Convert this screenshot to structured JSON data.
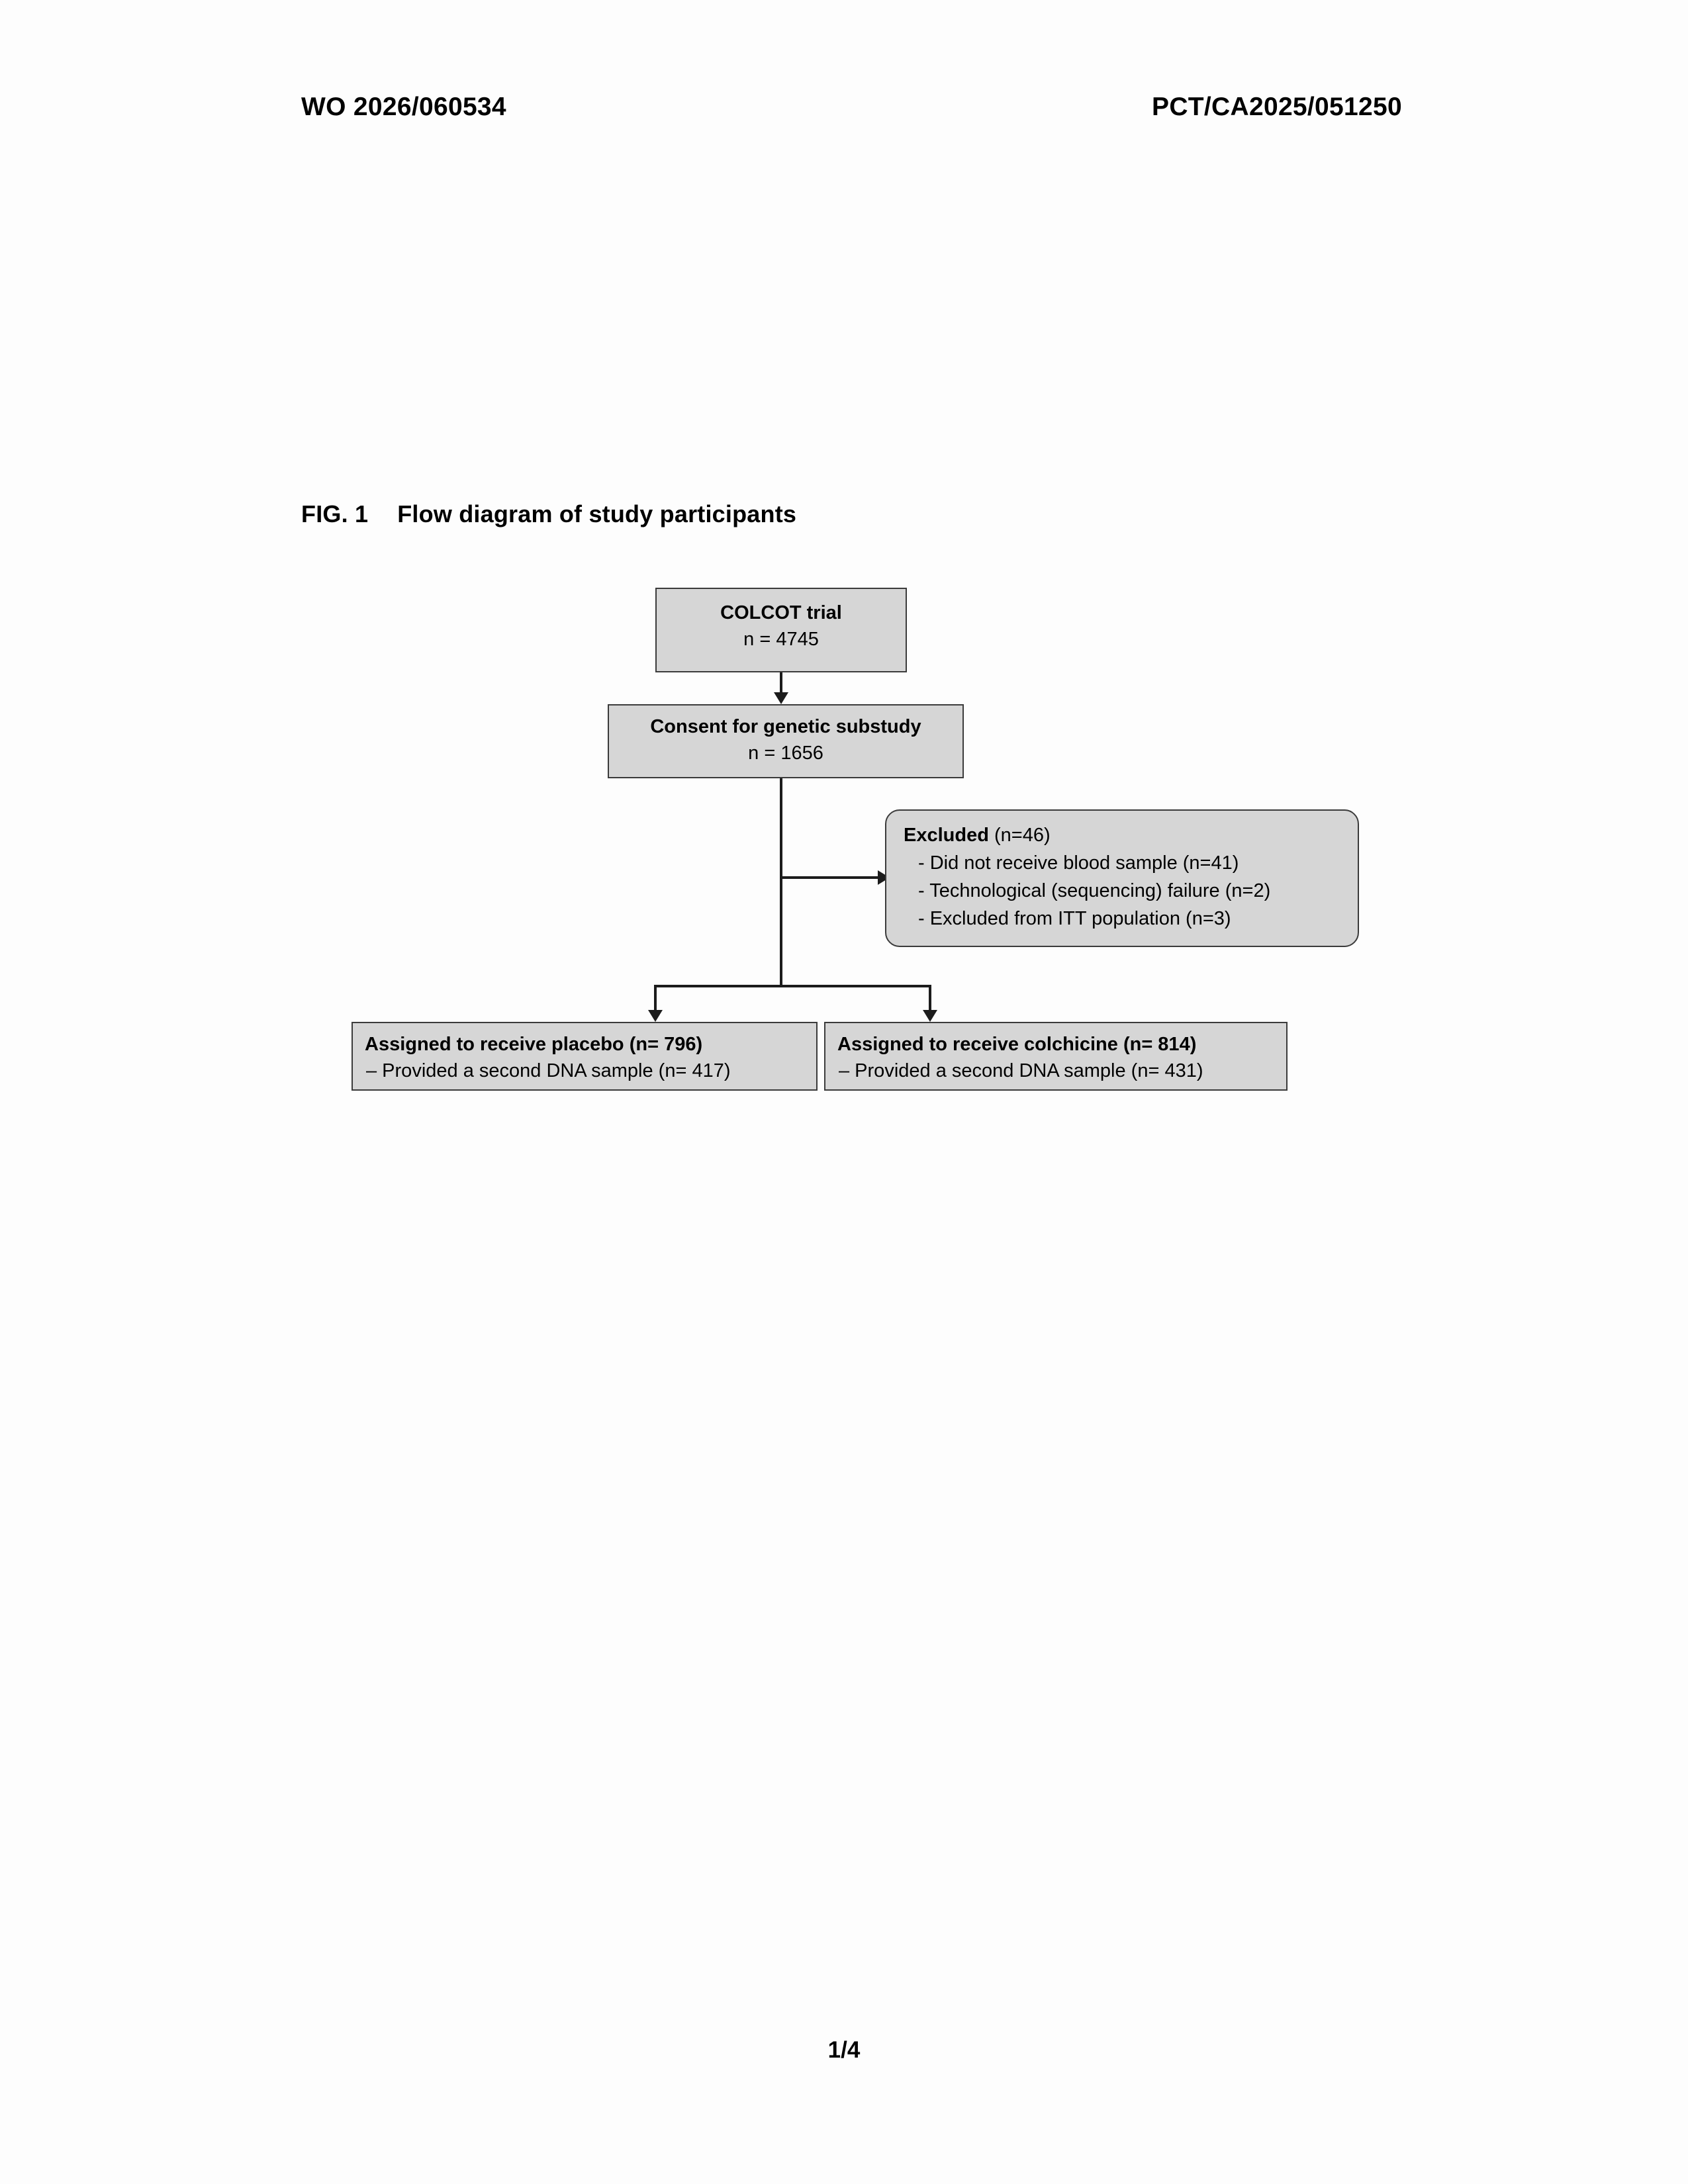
{
  "header": {
    "publication_number": "WO 2026/060534",
    "application_number": "PCT/CA2025/051250"
  },
  "figure": {
    "label": "FIG. 1",
    "title": "Flow diagram of study participants"
  },
  "footer": {
    "page_number": "1/4"
  },
  "colors": {
    "box_fill": "#d6d6d6",
    "box_border": "#3b3b3b",
    "connector": "#1c1c1c",
    "text": "#000000",
    "page_background": "#ffffff"
  },
  "chart_data": {
    "type": "diagram",
    "title": "Flow diagram of study participants",
    "nodes": [
      {
        "id": "colcot",
        "shape": "rectangle",
        "lines": [
          {
            "text": "COLCOT trial",
            "bold": true
          },
          {
            "text": "n = 4745",
            "bold": false
          }
        ],
        "n": 4745
      },
      {
        "id": "consent",
        "shape": "rectangle",
        "lines": [
          {
            "text": "Consent for genetic substudy",
            "bold": true
          },
          {
            "text": "n = 1656",
            "bold": false
          }
        ],
        "n": 1656
      },
      {
        "id": "excluded",
        "shape": "rounded-rectangle",
        "head_bold": "Excluded",
        "head_tail": " (n=46)",
        "n": 46,
        "bullets": [
          "-  Did not receive blood sample (n=41)",
          "-  Technological (sequencing) failure (n=2)",
          "-  Excluded from ITT population (n=3)"
        ]
      },
      {
        "id": "placebo",
        "shape": "rectangle",
        "lines": [
          {
            "text": "Assigned to receive placebo (n= 796)",
            "bold": true
          },
          {
            "text": "–  Provided a second DNA sample (n= 417)",
            "bold": false
          }
        ],
        "n": 796,
        "second_sample_n": 417
      },
      {
        "id": "colchicine",
        "shape": "rectangle",
        "lines": [
          {
            "text": "Assigned to receive colchicine (n= 814)",
            "bold": true
          },
          {
            "text": "–  Provided a second DNA sample (n= 431)",
            "bold": false
          }
        ],
        "n": 814,
        "second_sample_n": 431
      }
    ],
    "edges": [
      {
        "from": "colcot",
        "to": "consent",
        "style": "arrow-down"
      },
      {
        "from": "consent",
        "to": "excluded",
        "style": "arrow-right"
      },
      {
        "from": "consent",
        "to": "placebo",
        "style": "arrow-down"
      },
      {
        "from": "consent",
        "to": "colchicine",
        "style": "arrow-down"
      }
    ]
  },
  "nodes": {
    "colcot": {
      "line1": "COLCOT trial",
      "line2": "n = 4745"
    },
    "consent": {
      "line1": "Consent for genetic substudy",
      "line2": "n = 1656"
    },
    "excluded": {
      "head_bold": "Excluded",
      "head_tail": " (n=46)",
      "bullet1": "-  Did not receive blood sample (n=41)",
      "bullet2": "-  Technological (sequencing) failure (n=2)",
      "bullet3": "-  Excluded from ITT population (n=3)"
    },
    "placebo": {
      "line1": "Assigned to receive placebo (n= 796)",
      "line2": "–  Provided a second DNA sample (n= 417)"
    },
    "colchicine": {
      "line1": "Assigned to receive colchicine (n= 814)",
      "line2": "–  Provided a second DNA sample (n= 431)"
    }
  }
}
